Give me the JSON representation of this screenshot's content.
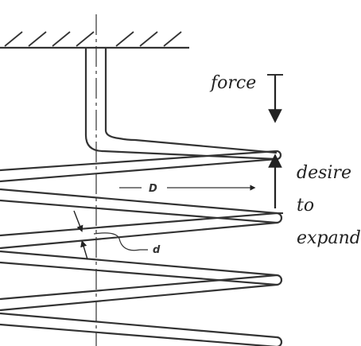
{
  "labels": {
    "force": "force",
    "expand_line1": "desire",
    "expand_line2": "to",
    "expand_line3": "expand",
    "coil_diameter": "D",
    "wire_diameter": "d"
  }
}
